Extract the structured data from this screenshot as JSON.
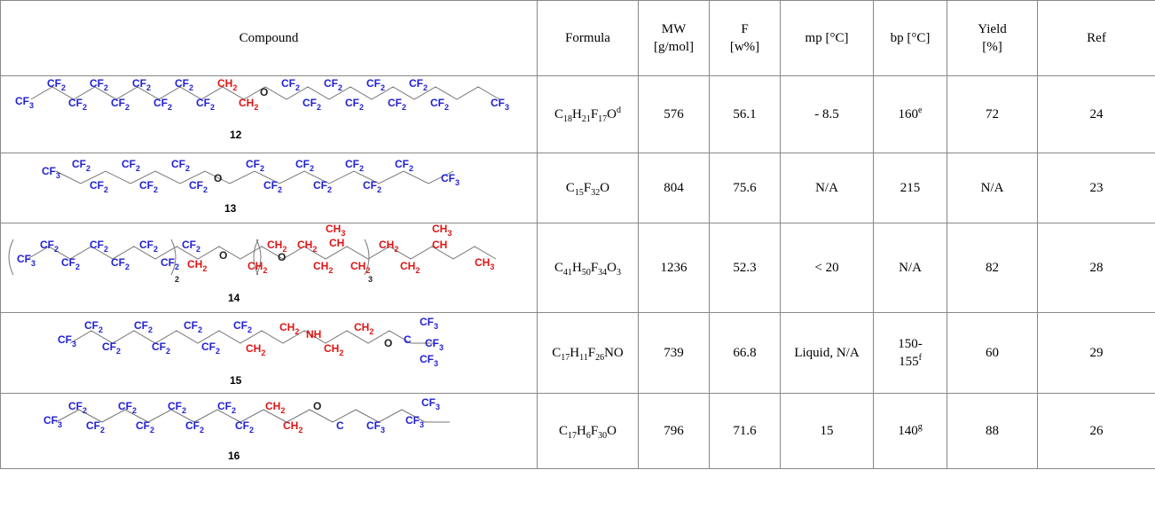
{
  "headers": {
    "compound": "Compound",
    "formula": "Formula",
    "mw": [
      "MW",
      "[g/mol]"
    ],
    "f": [
      "F",
      "[w%]"
    ],
    "mp": "mp [°C]",
    "bp": "bp [°C]",
    "yield": [
      "Yield",
      "[%]"
    ],
    "ref": "Ref"
  },
  "colors": {
    "perfluoro_segment": "#1f1fd6",
    "hydrocarbon_segment": "#e01414"
  },
  "rows": [
    {
      "compound_number": "12",
      "structure": {
        "labels": [
          {
            "t": "CF",
            "s": "3",
            "c": "b"
          },
          {
            "t": "CF",
            "s": "2",
            "c": "b"
          },
          {
            "t": "CF",
            "s": "2",
            "c": "b"
          },
          {
            "t": "CF",
            "s": "2",
            "c": "b"
          },
          {
            "t": "CF",
            "s": "2",
            "c": "b"
          },
          {
            "t": "CF",
            "s": "2",
            "c": "b"
          },
          {
            "t": "CF",
            "s": "2",
            "c": "b"
          },
          {
            "t": "CF",
            "s": "2",
            "c": "b"
          },
          {
            "t": "CF",
            "s": "2",
            "c": "b"
          },
          {
            "t": "CH",
            "s": "2",
            "c": "r"
          },
          {
            "t": "CH",
            "s": "2",
            "c": "r"
          },
          {
            "t": "O",
            "s": "",
            "c": "k"
          },
          {
            "t": "CF",
            "s": "2",
            "c": "b"
          },
          {
            "t": "CF",
            "s": "2",
            "c": "b"
          },
          {
            "t": "CF",
            "s": "2",
            "c": "b"
          },
          {
            "t": "CF",
            "s": "2",
            "c": "b"
          },
          {
            "t": "CF",
            "s": "2",
            "c": "b"
          },
          {
            "t": "CF",
            "s": "2",
            "c": "b"
          },
          {
            "t": "CF",
            "s": "2",
            "c": "b"
          },
          {
            "t": "CF",
            "s": "2",
            "c": "b"
          },
          {
            "t": "CF",
            "s": "3",
            "c": "b"
          }
        ]
      },
      "formula": {
        "parts": [
          {
            "t": "C"
          },
          {
            "s": "18"
          },
          {
            "t": "H"
          },
          {
            "s": "21"
          },
          {
            "t": "F"
          },
          {
            "s": "17"
          },
          {
            "t": "O"
          },
          {
            "p": "d"
          }
        ]
      },
      "mw": "576",
      "f": "56.1",
      "mp": "- 8.5",
      "bp": {
        "v": "160",
        "sup": "e"
      },
      "yield": "72",
      "ref": "24"
    },
    {
      "compound_number": "13",
      "structure": {
        "labels": [
          {
            "t": "CF",
            "s": "3",
            "c": "b"
          },
          {
            "t": "CF",
            "s": "2",
            "c": "b"
          },
          {
            "t": "CF",
            "s": "2",
            "c": "b"
          },
          {
            "t": "CF",
            "s": "2",
            "c": "b"
          },
          {
            "t": "CF",
            "s": "2",
            "c": "b"
          },
          {
            "t": "CF",
            "s": "2",
            "c": "b"
          },
          {
            "t": "CF",
            "s": "2",
            "c": "b"
          },
          {
            "t": "O",
            "s": "",
            "c": "k"
          },
          {
            "t": "CF",
            "s": "2",
            "c": "b"
          },
          {
            "t": "CF",
            "s": "2",
            "c": "b"
          },
          {
            "t": "CF",
            "s": "2",
            "c": "b"
          },
          {
            "t": "CF",
            "s": "2",
            "c": "b"
          },
          {
            "t": "CF",
            "s": "2",
            "c": "b"
          },
          {
            "t": "CF",
            "s": "2",
            "c": "b"
          },
          {
            "t": "CF",
            "s": "2",
            "c": "b"
          },
          {
            "t": "CF",
            "s": "3",
            "c": "b"
          }
        ]
      },
      "formula": {
        "parts": [
          {
            "t": "C"
          },
          {
            "s": "15"
          },
          {
            "t": "F"
          },
          {
            "s": "32"
          },
          {
            "t": "O"
          }
        ]
      },
      "mw": "804",
      "f": "75.6",
      "mp": "N/A",
      "bp": {
        "v": "215",
        "sup": ""
      },
      "yield": "N/A",
      "ref": "23"
    },
    {
      "compound_number": "14",
      "structure": {
        "labels": [
          {
            "t": "CF",
            "s": "3",
            "c": "b"
          },
          {
            "t": "CF",
            "s": "2",
            "c": "b"
          },
          {
            "t": "CF",
            "s": "2",
            "c": "b"
          },
          {
            "t": "CF",
            "s": "2",
            "c": "b"
          },
          {
            "t": "CF",
            "s": "2",
            "c": "b"
          },
          {
            "t": "CF",
            "s": "2",
            "c": "b"
          },
          {
            "t": "CF",
            "s": "2",
            "c": "b"
          },
          {
            "t": "CF",
            "s": "2",
            "c": "b"
          },
          {
            "t": "CH",
            "s": "2",
            "c": "r"
          },
          {
            "t": "O",
            "s": "",
            "c": "k"
          },
          {
            "t": "CH",
            "s": "2",
            "c": "r"
          },
          {
            "t": "CH",
            "s": "2",
            "c": "r"
          },
          {
            "t": "O",
            "s": "",
            "c": "k"
          },
          {
            "t": "CH",
            "s": "2",
            "c": "r"
          },
          {
            "t": "CH",
            "s": "2",
            "c": "r"
          },
          {
            "t": "CH",
            "s": "",
            "c": "r"
          },
          {
            "t": "CH",
            "s": "3",
            "c": "r"
          },
          {
            "t": "CH",
            "s": "2",
            "c": "r"
          },
          {
            "t": "CH",
            "s": "2",
            "c": "r"
          },
          {
            "t": "CH",
            "s": "2",
            "c": "r"
          },
          {
            "t": "CH",
            "s": "",
            "c": "r"
          },
          {
            "t": "CH",
            "s": "3",
            "c": "r"
          },
          {
            "t": "CH",
            "s": "3",
            "c": "r"
          }
        ],
        "repeat_counts": [
          "2",
          "3"
        ]
      },
      "formula": {
        "parts": [
          {
            "t": "C"
          },
          {
            "s": "41"
          },
          {
            "t": "H"
          },
          {
            "s": "50"
          },
          {
            "t": "F"
          },
          {
            "s": "34"
          },
          {
            "t": "O"
          },
          {
            "s": "3"
          }
        ]
      },
      "mw": "1236",
      "f": "52.3",
      "mp": "< 20",
      "bp": {
        "v": "N/A",
        "sup": ""
      },
      "yield": "82",
      "ref": "28"
    },
    {
      "compound_number": "15",
      "structure": {
        "labels": [
          {
            "t": "CF",
            "s": "3",
            "c": "b"
          },
          {
            "t": "CF",
            "s": "2",
            "c": "b"
          },
          {
            "t": "CF",
            "s": "2",
            "c": "b"
          },
          {
            "t": "CF",
            "s": "2",
            "c": "b"
          },
          {
            "t": "CF",
            "s": "2",
            "c": "b"
          },
          {
            "t": "CF",
            "s": "2",
            "c": "b"
          },
          {
            "t": "CF",
            "s": "2",
            "c": "b"
          },
          {
            "t": "CF",
            "s": "2",
            "c": "b"
          },
          {
            "t": "CH",
            "s": "2",
            "c": "r"
          },
          {
            "t": "CH",
            "s": "2",
            "c": "r"
          },
          {
            "t": "NH",
            "s": "",
            "c": "r"
          },
          {
            "t": "CH",
            "s": "2",
            "c": "r"
          },
          {
            "t": "CH",
            "s": "2",
            "c": "r"
          },
          {
            "t": "O",
            "s": "",
            "c": "k"
          },
          {
            "t": "C",
            "s": "",
            "c": "b"
          },
          {
            "t": "CF",
            "s": "3",
            "c": "b"
          },
          {
            "t": "CF",
            "s": "3",
            "c": "b"
          },
          {
            "t": "CF",
            "s": "3",
            "c": "b"
          }
        ]
      },
      "formula": {
        "parts": [
          {
            "t": "C"
          },
          {
            "s": "17"
          },
          {
            "t": "H"
          },
          {
            "s": "11"
          },
          {
            "t": "F"
          },
          {
            "s": "26"
          },
          {
            "t": "NO"
          }
        ]
      },
      "mw": "739",
      "f": "66.8",
      "mp": "Liquid, N/A",
      "bp": {
        "v": "150-",
        "v2": "155",
        "sup": "f"
      },
      "yield": "60",
      "ref": "29"
    },
    {
      "compound_number": "16",
      "structure": {
        "labels": [
          {
            "t": "CF",
            "s": "3",
            "c": "b"
          },
          {
            "t": "CF",
            "s": "2",
            "c": "b"
          },
          {
            "t": "CF",
            "s": "2",
            "c": "b"
          },
          {
            "t": "CF",
            "s": "2",
            "c": "b"
          },
          {
            "t": "CF",
            "s": "2",
            "c": "b"
          },
          {
            "t": "CF",
            "s": "2",
            "c": "b"
          },
          {
            "t": "CF",
            "s": "2",
            "c": "b"
          },
          {
            "t": "CF",
            "s": "2",
            "c": "b"
          },
          {
            "t": "CF",
            "s": "2",
            "c": "b"
          },
          {
            "t": "CH",
            "s": "2",
            "c": "r"
          },
          {
            "t": "CH",
            "s": "2",
            "c": "r"
          },
          {
            "t": "O",
            "s": "",
            "c": "k"
          },
          {
            "t": "C",
            "s": "",
            "c": "b"
          },
          {
            "t": "CF",
            "s": "3",
            "c": "b"
          },
          {
            "t": "CF",
            "s": "3",
            "c": "b"
          },
          {
            "t": "CF",
            "s": "3",
            "c": "b"
          }
        ]
      },
      "formula": {
        "parts": [
          {
            "t": "C"
          },
          {
            "s": "17"
          },
          {
            "t": "H"
          },
          {
            "s": "6"
          },
          {
            "t": "F"
          },
          {
            "s": "30"
          },
          {
            "t": "O"
          }
        ]
      },
      "mw": "796",
      "f": "71.6",
      "mp": "15",
      "bp": {
        "v": "140",
        "sup": "g"
      },
      "yield": "88",
      "ref": "26"
    }
  ]
}
